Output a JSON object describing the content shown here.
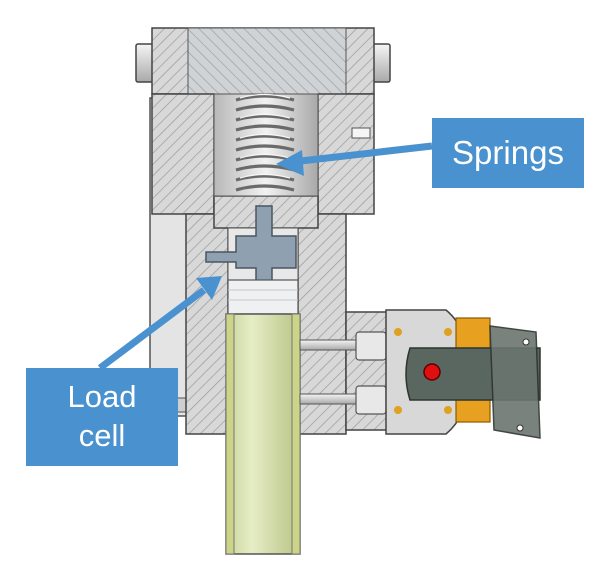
{
  "callouts": {
    "springs": "Springs",
    "load_cell": "Load\ncell"
  },
  "colors": {
    "callout_fill": "#4a92cf",
    "section_gray": "#dadada",
    "hatch": "#9a9a9a",
    "tube_fill": "#dce5b0",
    "bracket_orange": "#e8a020",
    "link_dark": "#5a6660",
    "pivot_red": "#e01010"
  },
  "icons": [
    "hatched-housing",
    "coil-spring",
    "load-cell-cross",
    "support-tube",
    "clevis-bracket",
    "pivot-pin"
  ]
}
